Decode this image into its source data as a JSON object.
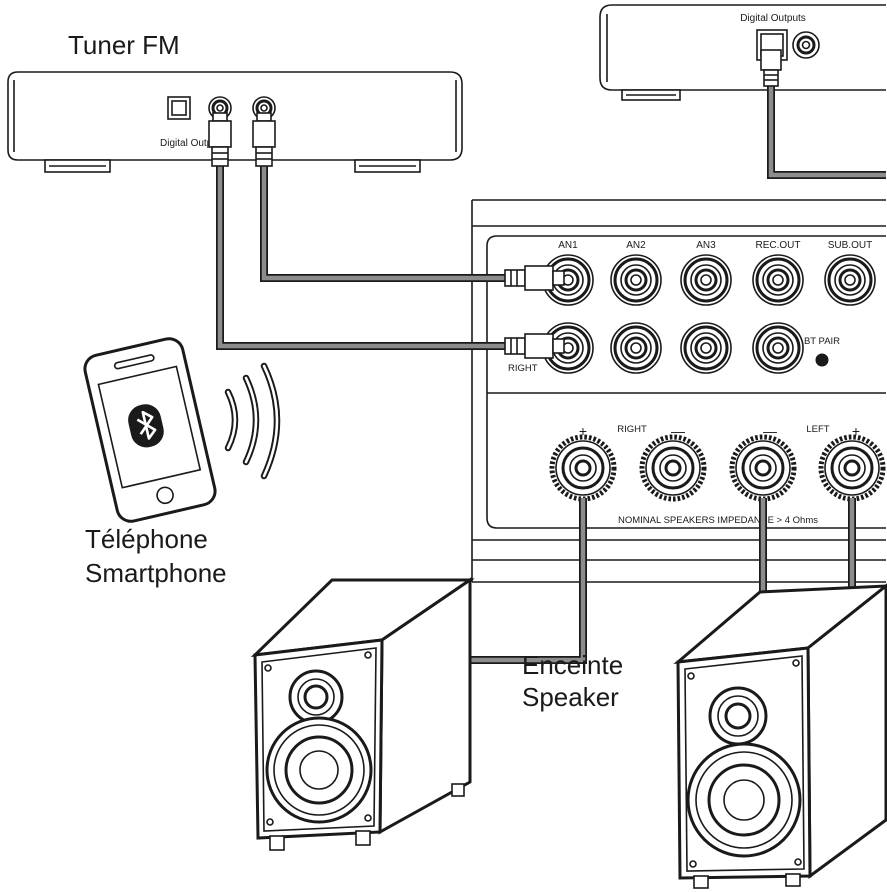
{
  "tuner": {
    "title": "Tuner FM",
    "digital_outputs_label": "Digital Outputs"
  },
  "source_device": {
    "digital_outputs_label": "Digital Outputs"
  },
  "amplifier": {
    "inputs": [
      "AN1",
      "AN2",
      "AN3",
      "REC.OUT",
      "SUB.OUT"
    ],
    "right_input_label": "RIGHT",
    "bt_pair_label": "BT PAIR",
    "speaker_terminals": {
      "right_plus": "+",
      "right_label": "RIGHT",
      "right_minus": "—",
      "left_minus": "—",
      "left_label": "LEFT",
      "left_plus": "+"
    },
    "impedance_note": "NOMINAL SPEAKERS IMPEDANCE > 4 Ohms"
  },
  "phone": {
    "label_fr": "Téléphone",
    "label_en": "Smartphone",
    "icon": "bluetooth-icon",
    "signal_icon": "sound-waves-icon"
  },
  "speaker": {
    "label_fr": "Enceinte",
    "label_en": "Speaker"
  },
  "colors": {
    "line": "#1a1a1a",
    "cable_fill": "#8c8c8c",
    "background": "#ffffff"
  }
}
